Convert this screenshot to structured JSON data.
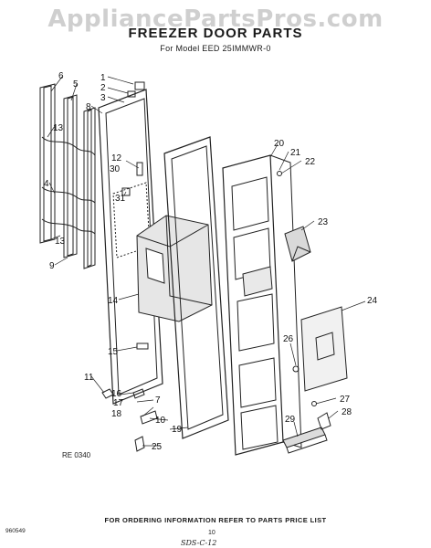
{
  "watermark": "AppliancePartsPros.com",
  "header": {
    "title": "FREEZER DOOR PARTS",
    "subtitle": "For Model EED 25IMMWR-0"
  },
  "figure_code": "RE 0340",
  "footer": {
    "ordering_note": "FOR ORDERING INFORMATION REFER TO PARTS PRICE LIST",
    "corner_code": "960549",
    "page_number": "10",
    "handwritten": "SDS-C-12"
  },
  "callouts": [
    "1",
    "2",
    "3",
    "4",
    "5",
    "6",
    "7",
    "8",
    "9",
    "10",
    "11",
    "12",
    "13",
    "13",
    "14",
    "15",
    "16",
    "17",
    "18",
    "19",
    "20",
    "21",
    "22",
    "23",
    "24",
    "25",
    "26",
    "27",
    "28",
    "29",
    "30",
    "31"
  ]
}
